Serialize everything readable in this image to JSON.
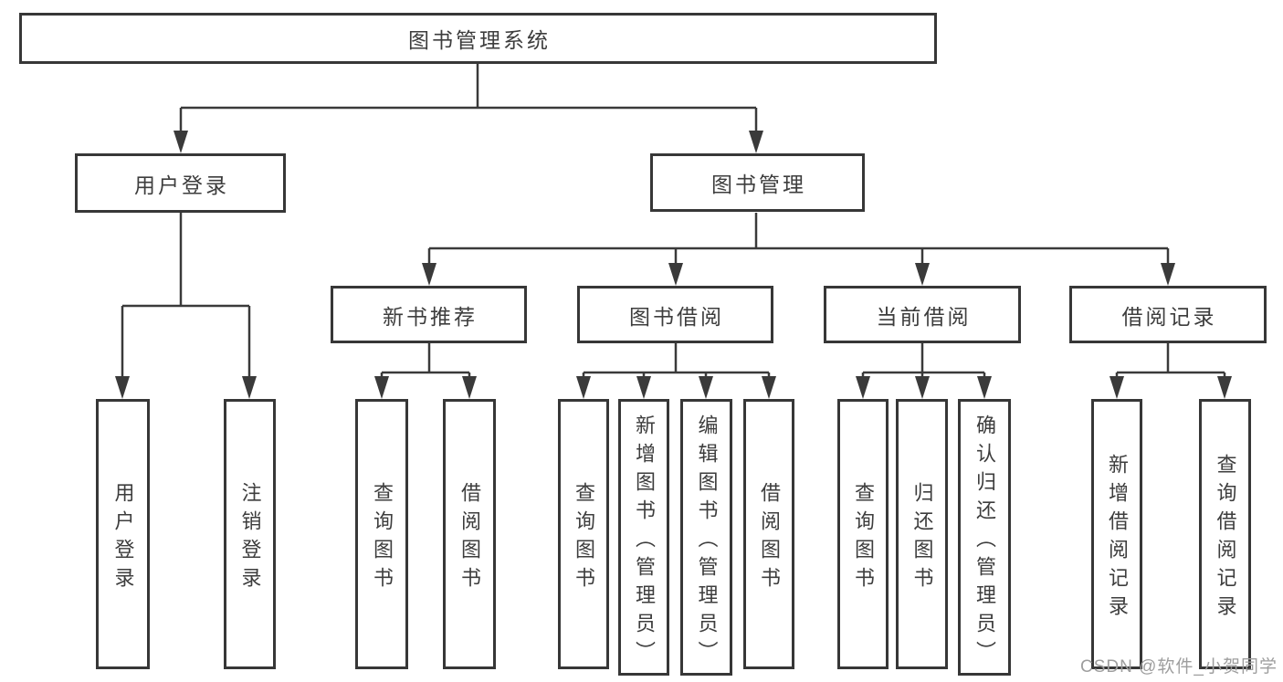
{
  "diagram": {
    "root": {
      "label": "图书管理系统"
    },
    "branches": [
      {
        "label": "用户登录",
        "children": [
          {
            "label": "用户登录"
          },
          {
            "label": "注销登录"
          }
        ]
      },
      {
        "label": "图书管理",
        "children": [
          {
            "label": "新书推荐",
            "children": [
              {
                "label": "查询图书"
              },
              {
                "label": "借阅图书"
              }
            ]
          },
          {
            "label": "图书借阅",
            "children": [
              {
                "label": "查询图书"
              },
              {
                "label": "新增图书（管理员）"
              },
              {
                "label": "编辑图书（管理员）"
              },
              {
                "label": "借阅图书"
              }
            ]
          },
          {
            "label": "当前借阅",
            "children": [
              {
                "label": "查询图书"
              },
              {
                "label": "归还图书"
              },
              {
                "label": "确认归还（管理员）"
              }
            ]
          },
          {
            "label": "借阅记录",
            "children": [
              {
                "label": "新增借阅记录"
              },
              {
                "label": "查询借阅记录"
              }
            ]
          }
        ]
      }
    ]
  },
  "watermark": "CSDN @软件_小贺同学",
  "colors": {
    "line": "#3a3a3a",
    "box_border": "#373737",
    "text": "#3d3d3d",
    "watermark": "#9e9e9e",
    "background": "#ffffff"
  }
}
